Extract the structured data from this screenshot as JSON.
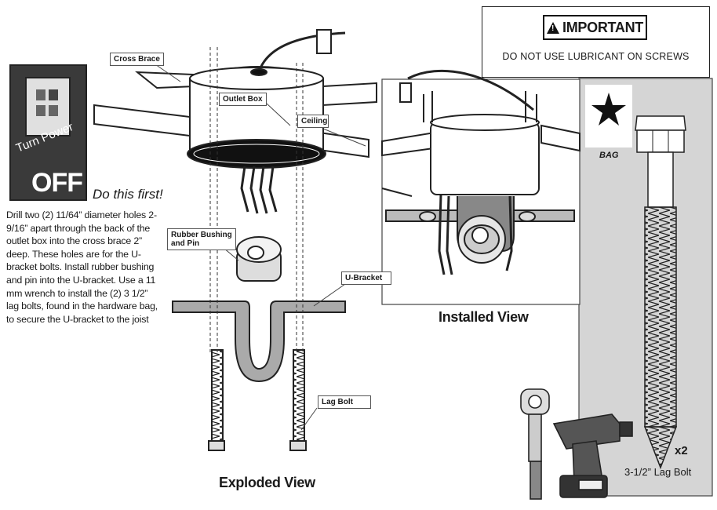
{
  "power": {
    "line1": "Turn Power",
    "line2": "OFF",
    "note": "Do this first!"
  },
  "instructions": "Drill two (2) 11/64” diameter holes 2-9/16” apart through the back of the outlet box into the cross brace 2” deep. These holes are for the U-bracket bolts. Install rubber bushing and pin into the U-bracket. Use a 11 mm wrench to install the (2) 3 1/2” lag bolts, found in the hardware bag, to secure the U-bracket to the joist",
  "labels": {
    "cross_brace": "Cross Brace",
    "outlet_box": "Outlet Box",
    "ceiling": "Ceiling",
    "rubber_bushing_1": "Rubber Bushing",
    "rubber_bushing_2": "and Pin",
    "u_bracket": "U-Bracket",
    "lag_bolt": "Lag Bolt"
  },
  "views": {
    "exploded": "Exploded View",
    "installed": "Installed View"
  },
  "important": {
    "title": "IMPORTANT",
    "note": "DO NOT USE LUBRICANT ON SCREWS"
  },
  "hardware": {
    "bag_label": "BAG",
    "quantity": "x2",
    "part_name": "3-1/2” Lag Bolt"
  }
}
